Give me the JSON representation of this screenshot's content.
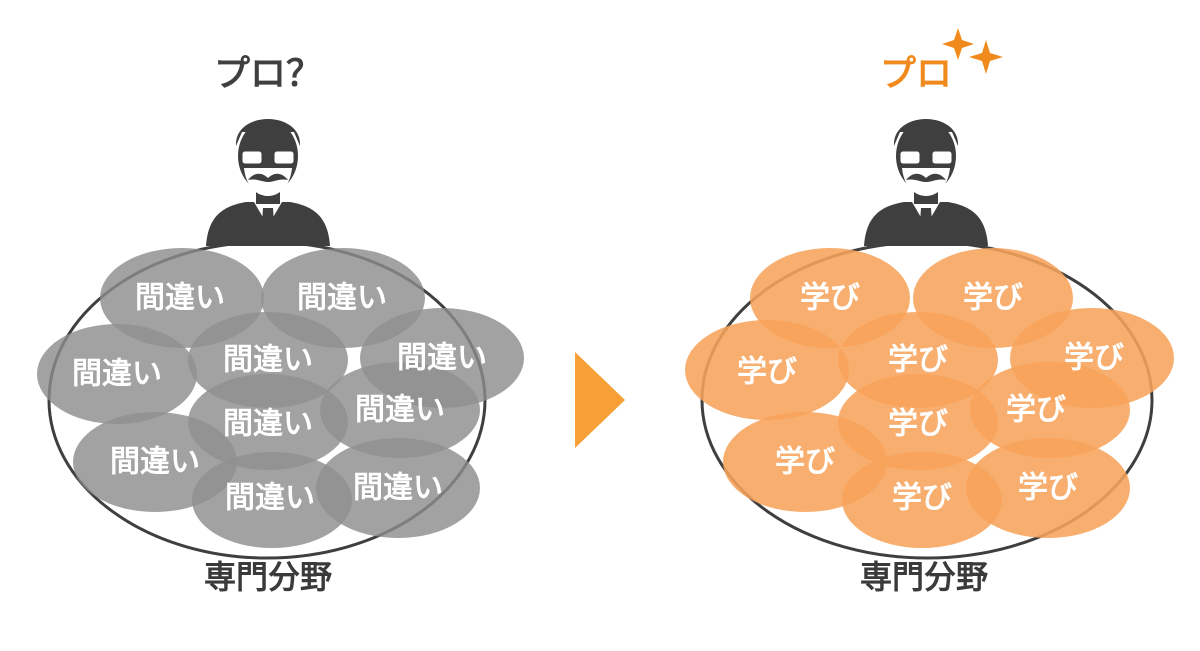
{
  "left": {
    "title": "プロ？",
    "blob_label": "間違い",
    "field_label": "専門分野"
  },
  "right": {
    "title": "プロ",
    "blob_label": "学び",
    "field_label": "専門分野"
  },
  "colors": {
    "gray_blob": "#8c8c8c",
    "orange_blob": "#f7a35a",
    "orange_title": "#f08a1c",
    "arrow": "#f7a035",
    "dark": "#3f3f3f",
    "sparkle": "#f08a1c"
  },
  "icons": [
    "person-icon",
    "arrow-right-icon",
    "sparkle-icon"
  ]
}
